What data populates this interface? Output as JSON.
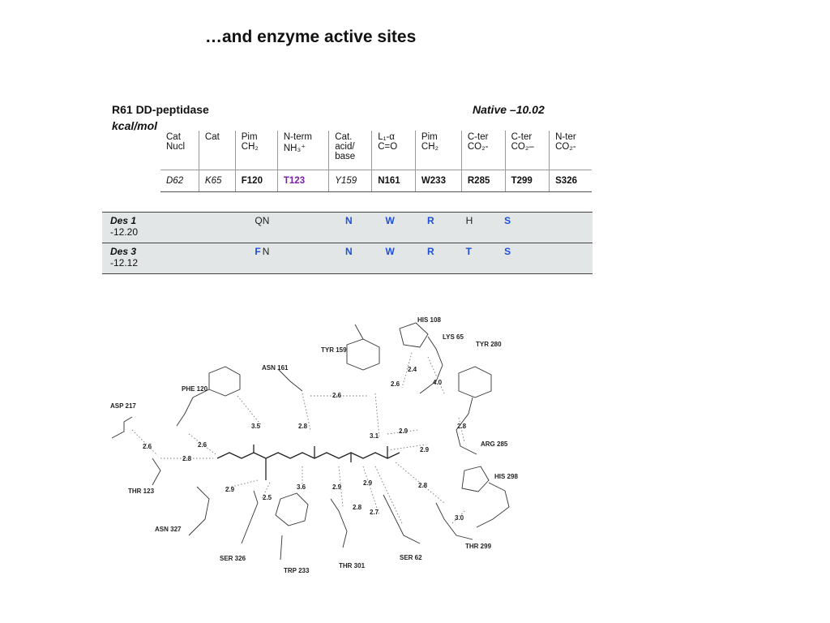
{
  "title": "…and enzyme active sites",
  "enzyme": "R61 DD-peptidase",
  "native": "Native –10.02",
  "unit": "kcal/mol",
  "table": {
    "headers": [
      {
        "l1": "Cat",
        "l2": "Nucl",
        "l3": ""
      },
      {
        "l1": "Cat",
        "l2": "",
        "l3": ""
      },
      {
        "l1": "Pim",
        "l2": "CH₂",
        "l3": ""
      },
      {
        "l1": "N-term",
        "l2": "NH₃⁺",
        "l3": ""
      },
      {
        "l1": "Cat.",
        "l2": "acid/",
        "l3": "base"
      },
      {
        "l1": "L₁-α",
        "l2": "C=O",
        "l3": ""
      },
      {
        "l1": "Pim",
        "l2": "CH₂",
        "l3": ""
      },
      {
        "l1": "C-ter",
        "l2": "CO₂-",
        "l3": ""
      },
      {
        "l1": "C-ter",
        "l2": "CO₂–",
        "l3": ""
      },
      {
        "l1": "N-ter",
        "l2": "CO₂-",
        "l3": ""
      }
    ],
    "residues": [
      "D62",
      "K65",
      "F120",
      "T123",
      "Y159",
      "N161",
      "W233",
      "R285",
      "T299",
      "S326"
    ]
  },
  "designs": [
    {
      "name": "Des 1",
      "energy": "-12.20",
      "cells": [
        "",
        "",
        "Q",
        "N",
        "",
        "N",
        "W",
        "R",
        "H",
        "S"
      ]
    },
    {
      "name": "Des 3",
      "energy": "-12.12",
      "cells": [
        "",
        "",
        "F",
        "N",
        "",
        "N",
        "W",
        "R",
        "T",
        "S"
      ]
    }
  ],
  "diagram": {
    "residue_labels": [
      "ASP 217",
      "PHE 120",
      "ASN 161",
      "TYR 159",
      "HIS 108",
      "LYS 65",
      "TYR 280",
      "ARG 285",
      "HIS 298",
      "THR 299",
      "SER 62",
      "THR 301",
      "TRP 233",
      "SER 326",
      "ASN 327",
      "THR 123"
    ],
    "distances": [
      "2.6",
      "2.8",
      "2.6",
      "3.5",
      "2.8",
      "2.6",
      "2.9",
      "2.5",
      "3.6",
      "2.9",
      "2.8",
      "2.7",
      "2.9",
      "3.1",
      "2.6",
      "2.4",
      "4.0",
      "2.8",
      "2.9",
      "2.9",
      "2.8",
      "3.0"
    ]
  }
}
